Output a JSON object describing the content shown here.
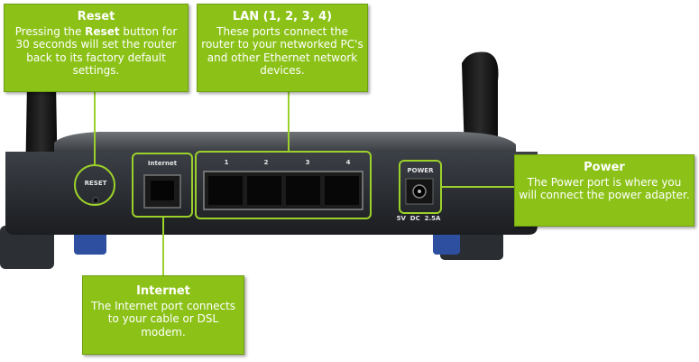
{
  "callouts": {
    "reset": {
      "title": "Reset",
      "text_before": "Pressing the ",
      "text_bold": "Reset",
      "text_after": " button for 30 seconds will set the router back to its factory default settings."
    },
    "lan": {
      "title": "LAN (1, 2, 3, 4)",
      "text": "These ports connect the router to your networked PC's and other Ethernet network devices."
    },
    "power": {
      "title": "Power",
      "text": "The Power port is where you will connect the power adapter."
    },
    "internet": {
      "title": "Internet",
      "text": "The Internet port connects to your cable or DSL modem."
    }
  },
  "router_labels": {
    "reset": "RESET",
    "internet": "Internet",
    "lan_ports": [
      "1",
      "2",
      "3",
      "4"
    ],
    "power": "POWER",
    "power_rating": "5V  DC  2.5A"
  },
  "colors": {
    "callout_green": "#8cc218",
    "highlight_green": "#9bd12a"
  }
}
